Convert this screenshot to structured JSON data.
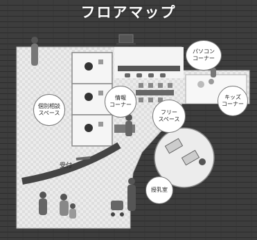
{
  "title": "フロアマップ",
  "areas": {
    "counseling": "個別相談\nスペース",
    "info": "情報\nコーナー",
    "free": "フリー\nスペース",
    "pc": "パソコン\nコーナー",
    "kids": "キッズ\nコーナー",
    "reception": "受付",
    "nursing": "授乳室"
  },
  "colors": {
    "floor_dark": "#3d3d3d",
    "floor_light": "#e6e6e6",
    "bubble_border": "#777777"
  }
}
